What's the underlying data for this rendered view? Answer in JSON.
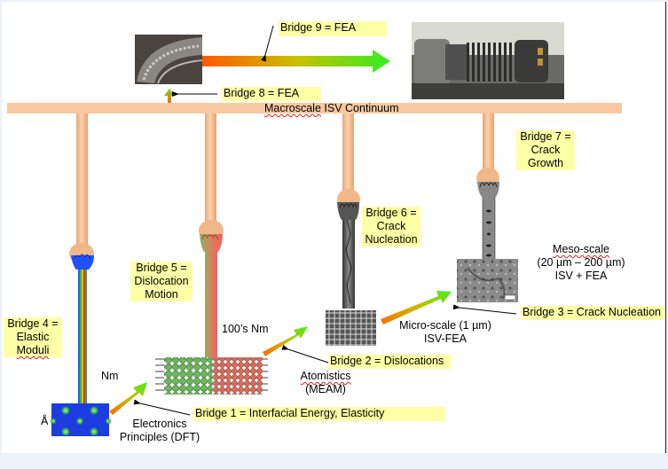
{
  "diagram": {
    "title_bar_label": "Macroscale ISV Continuum",
    "bridges": [
      {
        "id": 1,
        "text": "Bridge 1 = Interfacial Energy, Elasticity"
      },
      {
        "id": 2,
        "text": "Bridge 2 = Dislocations"
      },
      {
        "id": 3,
        "text": "Bridge 3 = Crack Nucleation"
      },
      {
        "id": 4,
        "lines": [
          "Bridge 4 =",
          "Elastic",
          "Moduli"
        ]
      },
      {
        "id": 5,
        "lines": [
          "Bridge 5 =",
          "Dislocation",
          "Motion"
        ]
      },
      {
        "id": 6,
        "lines": [
          "Bridge 6 =",
          "Crack",
          "Nucleation"
        ]
      },
      {
        "id": 7,
        "lines": [
          "Bridge 7 =",
          "Crack",
          "Growth"
        ]
      },
      {
        "id": 8,
        "text": "Bridge 8 = FEA"
      },
      {
        "id": 9,
        "text": "Bridge 9 = FEA"
      }
    ],
    "scales": {
      "angstrom": "Å",
      "nm": "Nm",
      "hundreds_nm": "100’s Nm",
      "electronics": [
        "Electronics",
        "Principles (DFT)"
      ],
      "atomistics": [
        "Atomistics",
        "(MEAM)"
      ],
      "microscale": [
        "Micro-scale (1 µm)",
        "ISV-FEA"
      ],
      "mesoscale": [
        "Meso-scale",
        "(20 µm – 200 µm)",
        "ISV + FEA"
      ]
    },
    "images": {
      "tire": "tire-component-photo",
      "engine": "engine-component-photo",
      "dft": "dft-electron-density-image",
      "atoms": "atomistic-lattice-image",
      "micro": "microstructure-sem-image",
      "meso": "mesoscale-fracture-sem-image"
    },
    "colors": {
      "bar": "#f8c9a0",
      "label_bg": "#ffffa6",
      "arrow_start": "#ff6a00",
      "arrow_end": "#44ee22"
    }
  }
}
